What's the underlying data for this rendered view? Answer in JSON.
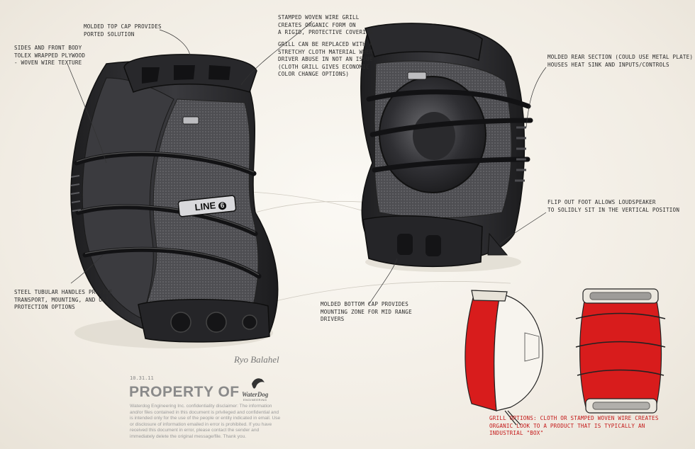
{
  "annotations": {
    "top_cap": "MOLDED TOP CAP PROVIDES\nPORTED SOLUTION",
    "sides": "SIDES AND FRONT BODY\nTOLEX WRAPPED PLYWOOD\n- WOVEN WIRE TEXTURE",
    "grill_stamped": "STAMPED WOVEN WIRE GRILL\nCREATES ORGANIC FORM ON\nA RIGID, PROTECTIVE COVERING",
    "grill_cloth": "GRILL CAN BE REPLACED WITH A\nSTRETCHY CLOTH MATERIAL WHEN\nDRIVER ABUSE IN NOT AN ISSUE\n(CLOTH GRILL GIVES ECONOMIC\nCOLOR CHANGE OPTIONS)",
    "rear_section": "MOLDED REAR SECTION (COULD USE METAL PLATE)\nHOUSES HEAT SINK AND INPUTS/CONTROLS",
    "flip_foot": "FLIP OUT FOOT ALLOWS LOUDSPEAKER\nTO SOLIDLY SIT IN THE VERTICAL POSITION",
    "handles": "STEEL TUBULAR HANDLES PROVIDE\nTRANSPORT, MOUNTING, AND UNIT\nPROTECTION OPTIONS",
    "bottom_cap": "MOLDED BOTTOM CAP PROVIDES\nMOUNTING ZONE FOR MID RANGE\nDRIVERS",
    "grill_options": "GRILL OPTIONS: CLOTH OR STAMPED WOVEN WIRE CREATES\nORGANIC LOOK TO A PRODUCT THAT IS TYPICALLY AN\nINDUSTRIAL \"BOX\""
  },
  "brand": {
    "logo_text": "LINE",
    "logo_mark": "6"
  },
  "footer": {
    "date": "10.31.11",
    "property": "PROPERTY OF",
    "company_name": "WaterDog",
    "company_sub": "ENGINEERING",
    "disclaimer": "Waterdog Engineering Inc. confidentiality disclaimer: The information and/or files contained in this document is privileged and confidential and is intended only for the use of the people or entity indicated in email. Use or disclosure of information emailed in error is prohibited. If you have received this document in error, please contact the sender and immediately delete the original message/file. Thank you.",
    "signature": "Ryo Balahel"
  },
  "colors": {
    "body_dark": "#2b2b2e",
    "grill_gray": "#5b5b5e",
    "accent_red": "#d81c1c",
    "annotation_red": "#c41818"
  }
}
